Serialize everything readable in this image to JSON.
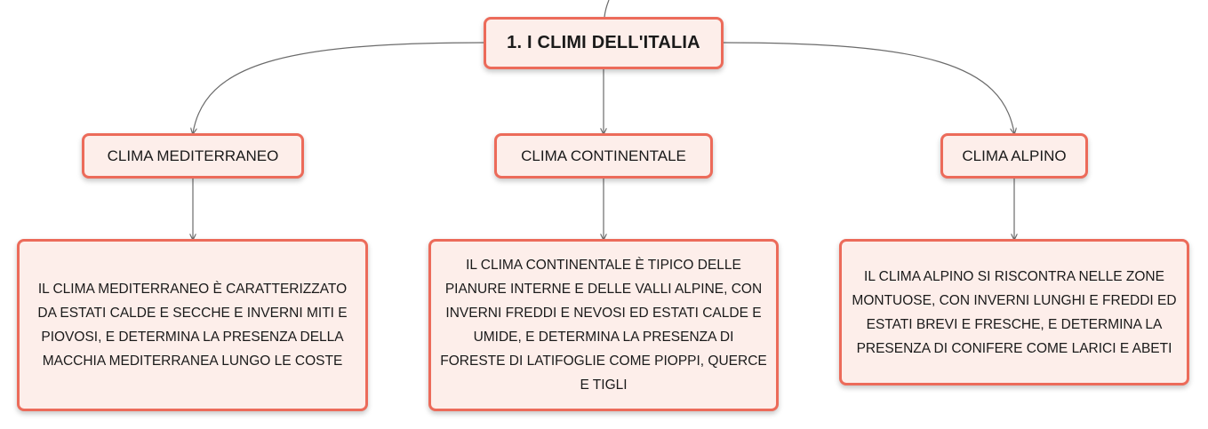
{
  "root": {
    "label": "1. I CLIMI DELL'ITALIA"
  },
  "branches": [
    {
      "label": "CLIMA MEDITERRANEO",
      "description": "IL CLIMA MEDITERRANEO È CARATTERIZZATO DA ESTATI CALDE E SECCHE E INVERNI MITI E PIOVOSI, E DETERMINA LA PRESENZA DELLA MACCHIA MEDITERRANEA LUNGO LE COSTE"
    },
    {
      "label": "CLIMA CONTINENTALE",
      "description": "IL CLIMA CONTINENTALE È TIPICO DELLE PIANURE INTERNE E DELLE VALLI ALPINE, CON INVERNI FREDDI E NEVOSI ED ESTATI CALDE E UMIDE, E DETERMINA LA PRESENZA DI FORESTE DI LATIFOGLIE COME PIOPPI, QUERCE E TIGLI"
    },
    {
      "label": "CLIMA ALPINO",
      "description": "IL CLIMA ALPINO SI RISCONTRA NELLE ZONE MONTUOSE, CON INVERNI LUNGHI E FREDDI ED ESTATI BREVI E FRESCHE, E DETERMINA LA PRESENZA DI CONIFERE COME LARICI E ABETI"
    }
  ],
  "colors": {
    "node_fill": "#fdeeea",
    "node_border": "#ec6b5a",
    "connector": "#6b6b6b"
  }
}
